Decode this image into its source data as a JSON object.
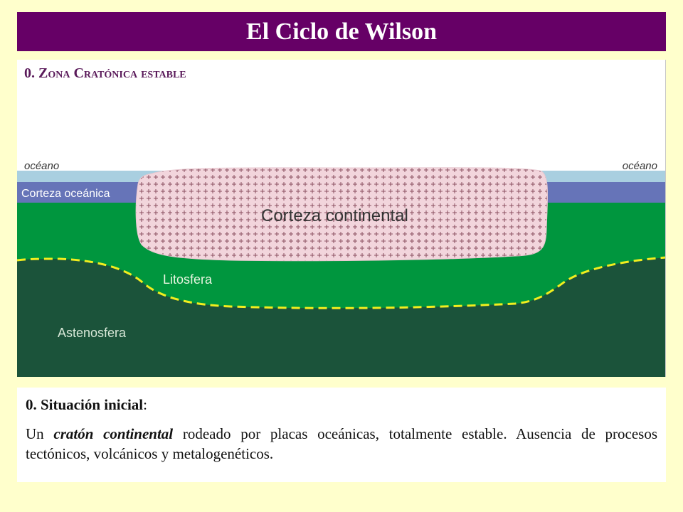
{
  "slide": {
    "title": "El Ciclo de Wilson"
  },
  "diagram": {
    "stage_label": "0. Zona Cratónica estable",
    "ocean_left": "océano",
    "ocean_right": "océano",
    "oceanic_crust": "Corteza oceánica",
    "continental_crust": "Corteza continental",
    "lithosphere": "Litosfera",
    "asthenosphere": "Astenosfera",
    "colors": {
      "ocean": "#a9cfe0",
      "oceanic_crust": "#6674b8",
      "continental_crust": "#f2d5dc",
      "lithosphere": "#00963e",
      "asthenosphere": "#1b533a",
      "boundary": "#f2ee1e"
    }
  },
  "description": {
    "heading": "0. Situación inicial",
    "heading_colon": ":",
    "para_before": "Un ",
    "para_emph": "cratón continental",
    "para_after": " rodeado por placas oceánicas, totalmente estable. Ausencia de procesos tectónicos, volcánicos y metalogenéticos."
  },
  "theme": {
    "title_bar": "#660066",
    "background": "#ffffcc"
  }
}
